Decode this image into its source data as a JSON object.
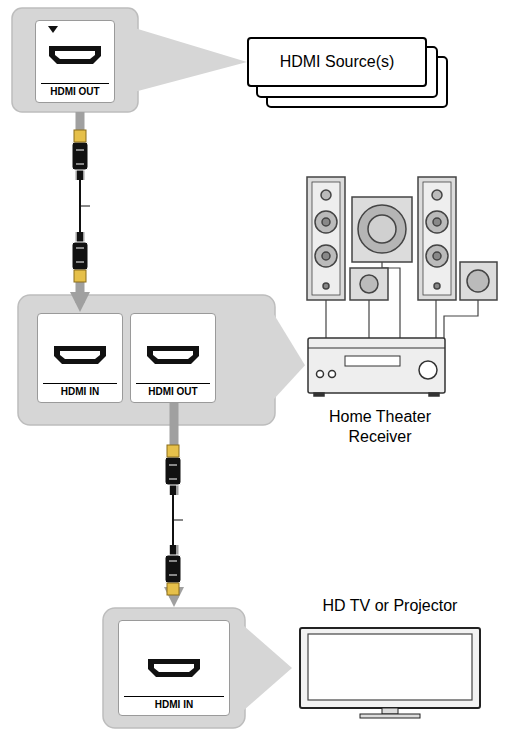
{
  "diagram": {
    "nodes": [
      {
        "text": [
          "HDMI OUT"
        ]
      },
      {
        "text": [
          "HDMI Source(s)"
        ]
      },
      {
        "text": []
      },
      {
        "text": [
          "HDMI IN"
        ],
        "in": 2
      },
      {
        "text": [
          "HDMI OUT"
        ],
        "in": 2
      },
      {
        "text": [
          "Home Theater Receiver"
        ]
      },
      {
        "text": [
          "HDMI IN"
        ]
      },
      {
        "text": [
          "HD TV or Projector"
        ]
      }
    ],
    "edges": [
      {
        "from": 0,
        "to": 1,
        "arrow": "none"
      },
      {
        "from": 0,
        "to": 3,
        "arrow": "to"
      },
      {
        "from": 2,
        "to": 5,
        "arrow": "none"
      },
      {
        "from": 4,
        "to": 6,
        "arrow": "to"
      },
      {
        "from": 6,
        "to": 7,
        "arrow": "none"
      }
    ]
  }
}
